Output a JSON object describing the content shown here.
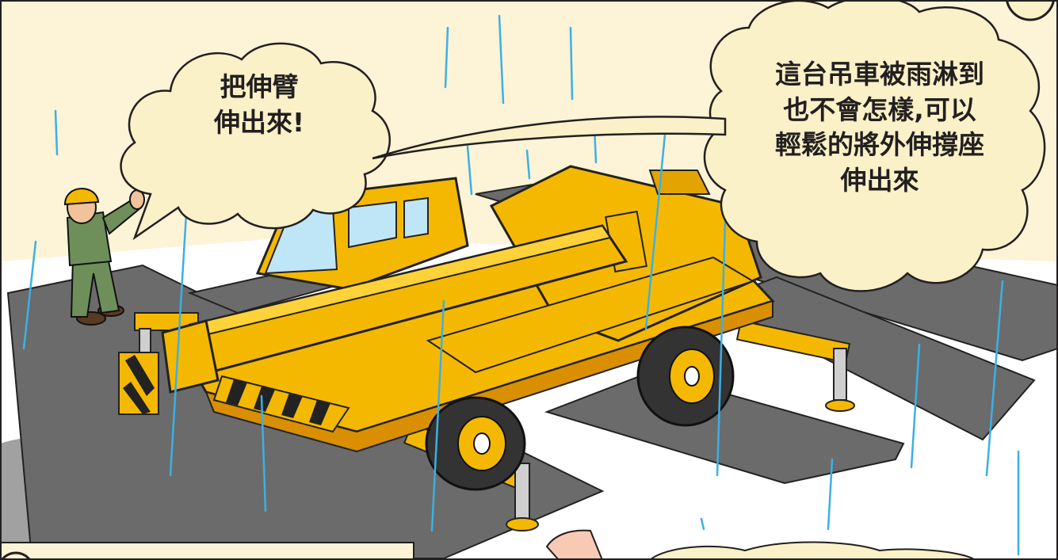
{
  "speech": {
    "worker": "把伸臂\n伸出來!",
    "narrator": "這台吊車被雨淋到\n也不會怎樣,可以\n輕鬆的將外伸撐座\n伸出來"
  },
  "colors": {
    "background": "#fdf3d6",
    "crane_yellow": "#f5b800",
    "crane_shadow": "#d98f00",
    "steel_plate": "#6b6b6b",
    "road": "#ffffff",
    "rain": "#3bb0e6",
    "worker_uniform": "#6e8f5a",
    "bubble": "#fbf1c8",
    "arrow": "#f8c9b3"
  },
  "icons": [
    "crane-illustration",
    "worker-illustration",
    "rain-lines",
    "speech-bubble",
    "pointer-arrow"
  ]
}
